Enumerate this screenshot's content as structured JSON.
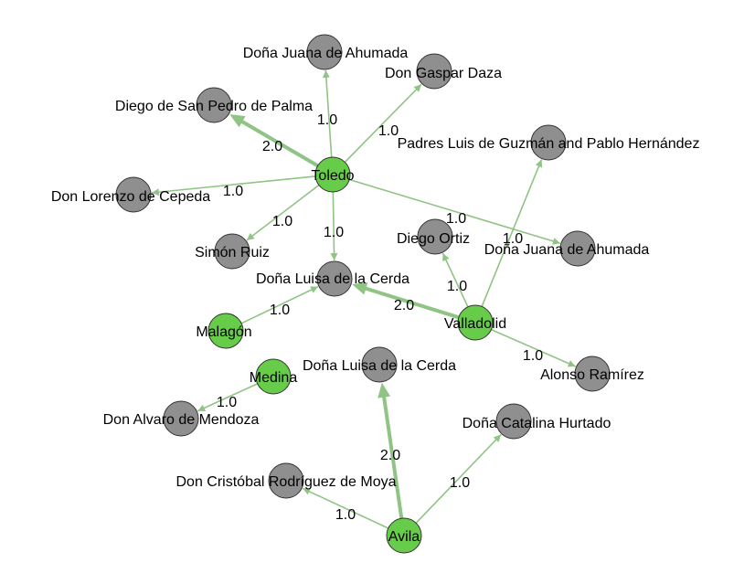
{
  "colors": {
    "edge": "#8fc485",
    "place_node": "#66cc4a",
    "person_node": "#8f8f8f",
    "node_stroke": "#333333",
    "background": "#ffffff"
  },
  "nodes": [
    {
      "id": "toledo",
      "label": "Toledo",
      "kind": "place"
    },
    {
      "id": "juana1",
      "label": "Doña Juana de Ahumada",
      "kind": "person"
    },
    {
      "id": "gaspar",
      "label": "Don Gaspar Daza",
      "kind": "person"
    },
    {
      "id": "diego_palma",
      "label": "Diego de San Pedro de Palma",
      "kind": "person"
    },
    {
      "id": "padres",
      "label": "Padres Luis de Guzmán and Pablo Hernández",
      "kind": "person"
    },
    {
      "id": "lorenzo",
      "label": "Don Lorenzo de Cepeda",
      "kind": "person"
    },
    {
      "id": "diego_ortiz",
      "label": "Diego Ortiz",
      "kind": "person"
    },
    {
      "id": "juana2",
      "label": "Doña Juana de Ahumada",
      "kind": "person"
    },
    {
      "id": "simon",
      "label": "Simón Ruiz",
      "kind": "person"
    },
    {
      "id": "luisa1",
      "label": "Doña Luisa de la Cerda",
      "kind": "person"
    },
    {
      "id": "malagon",
      "label": "Malagón",
      "kind": "place"
    },
    {
      "id": "valladolid",
      "label": "Valladolid",
      "kind": "place"
    },
    {
      "id": "alonso",
      "label": "Alonso Ramírez",
      "kind": "person"
    },
    {
      "id": "luisa2",
      "label": "Doña Luisa de la Cerda",
      "kind": "person"
    },
    {
      "id": "medina",
      "label": "Medina",
      "kind": "place"
    },
    {
      "id": "alvaro",
      "label": "Don Alvaro de Mendoza",
      "kind": "person"
    },
    {
      "id": "catalina",
      "label": "Doña Catalina Hurtado",
      "kind": "person"
    },
    {
      "id": "cristobal",
      "label": "Don Cristóbal Rodríguez de Moya",
      "kind": "person"
    },
    {
      "id": "avila",
      "label": "Avila",
      "kind": "place"
    }
  ],
  "edges": [
    {
      "from": "toledo",
      "to": "juana1",
      "weight": "1.0"
    },
    {
      "from": "toledo",
      "to": "gaspar",
      "weight": "1.0"
    },
    {
      "from": "toledo",
      "to": "diego_palma",
      "weight": "2.0"
    },
    {
      "from": "toledo",
      "to": "lorenzo",
      "weight": "1.0"
    },
    {
      "from": "toledo",
      "to": "simon",
      "weight": "1.0"
    },
    {
      "from": "toledo",
      "to": "luisa1",
      "weight": "1.0"
    },
    {
      "from": "toledo",
      "to": "juana2",
      "weight": "1.0"
    },
    {
      "from": "malagon",
      "to": "luisa1",
      "weight": "1.0"
    },
    {
      "from": "valladolid",
      "to": "luisa1",
      "weight": "2.0"
    },
    {
      "from": "valladolid",
      "to": "diego_ortiz",
      "weight": "1.0"
    },
    {
      "from": "valladolid",
      "to": "padres",
      "weight": "1.0"
    },
    {
      "from": "valladolid",
      "to": "alonso",
      "weight": "1.0"
    },
    {
      "from": "medina",
      "to": "alvaro",
      "weight": "1.0"
    },
    {
      "from": "avila",
      "to": "luisa2",
      "weight": "2.0"
    },
    {
      "from": "avila",
      "to": "catalina",
      "weight": "1.0"
    },
    {
      "from": "avila",
      "to": "cristobal",
      "weight": "1.0"
    }
  ]
}
